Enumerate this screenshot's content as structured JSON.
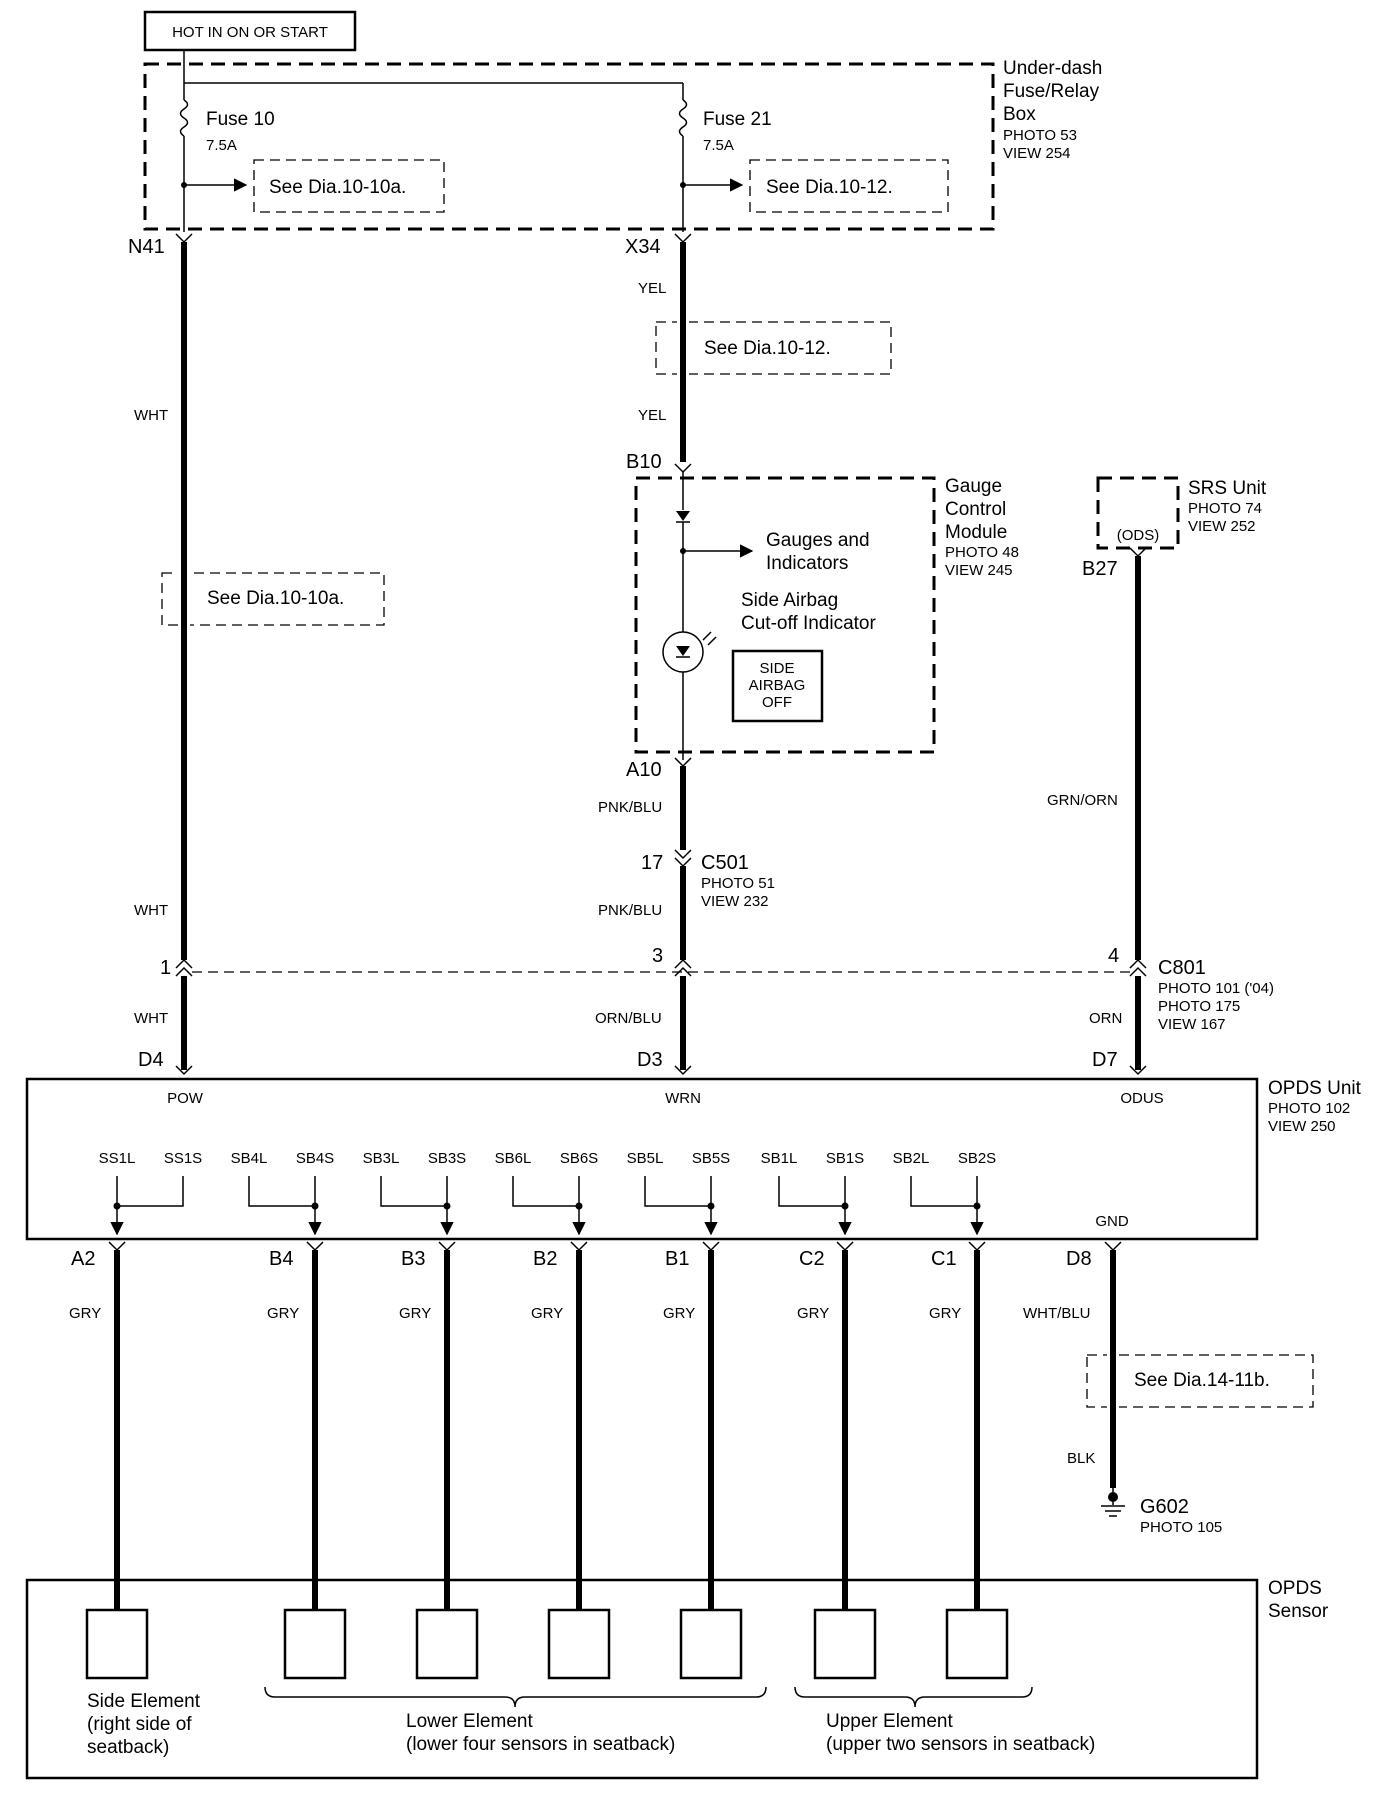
{
  "hot_label": "HOT IN ON OR START",
  "fuse_box": {
    "title": [
      "Under-dash",
      "Fuse/Relay",
      "Box"
    ],
    "refs": [
      "PHOTO 53",
      "VIEW 254"
    ],
    "fuse_a": {
      "name": "Fuse 10",
      "rating": "7.5A",
      "see": "See Dia.10-10a."
    },
    "fuse_b": {
      "name": "Fuse 21",
      "rating": "7.5A",
      "see": "See Dia.10-12."
    }
  },
  "gauge_module": {
    "title": [
      "Gauge",
      "Control",
      "Module"
    ],
    "refs": [
      "PHOTO 48",
      "VIEW 245"
    ],
    "gauges": [
      "Gauges and",
      "Indicators"
    ],
    "indicator": [
      "Side Airbag",
      "Cut-off Indicator"
    ],
    "lamp": [
      "SIDE",
      "AIRBAG",
      "OFF"
    ]
  },
  "srs_unit": {
    "title": "SRS Unit",
    "refs": [
      "PHOTO 74",
      "VIEW 252"
    ],
    "pin": "(ODS)"
  },
  "pins": {
    "n41": "N41",
    "x34": "X34",
    "b10": "B10",
    "a10": "A10",
    "b27": "B27",
    "d4": "D4",
    "d3": "D3",
    "d7": "D7",
    "d8": "D8",
    "a2": "A2",
    "b4": "B4",
    "b3": "B3",
    "b2": "B2",
    "b1": "B1",
    "c2": "C2",
    "c1": "C1"
  },
  "wire_colors": {
    "wht": "WHT",
    "yel": "YEL",
    "pnk_blu": "PNK/BLU",
    "orn_blu": "ORN/BLU",
    "grn_orn": "GRN/ORN",
    "orn": "ORN",
    "gry": "GRY",
    "wht_blu": "WHT/BLU",
    "blk": "BLK"
  },
  "see_refs": {
    "left": "See Dia.10-10a.",
    "mid": "See Dia.10-12.",
    "gnd": "See Dia.14-11b."
  },
  "c501": {
    "pin": "17",
    "name": "C501",
    "refs": [
      "PHOTO 51",
      "VIEW 232"
    ]
  },
  "c801": {
    "pins": [
      "1",
      "3",
      "4"
    ],
    "name": "C801",
    "refs": [
      "PHOTO 101 ('04)",
      "PHOTO 175",
      "VIEW 167"
    ]
  },
  "opds_unit": {
    "title": "OPDS Unit",
    "refs": [
      "PHOTO 102",
      "VIEW 250"
    ],
    "terminals": [
      "POW",
      "WRN",
      "ODUS",
      "GND"
    ],
    "pairs": [
      [
        "SS1L",
        "SS1S"
      ],
      [
        "SB4L",
        "SB4S"
      ],
      [
        "SB3L",
        "SB3S"
      ],
      [
        "SB6L",
        "SB6S"
      ],
      [
        "SB5L",
        "SB5S"
      ],
      [
        "SB1L",
        "SB1S"
      ],
      [
        "SB2L",
        "SB2S"
      ]
    ]
  },
  "ground": {
    "name": "G602",
    "ref": "PHOTO 105"
  },
  "opds_sensor": {
    "title": [
      "OPDS",
      "Sensor"
    ],
    "side": [
      "Side Element",
      "(right side of",
      "seatback)"
    ],
    "lower": [
      "Lower Element",
      "(lower four sensors in seatback)"
    ],
    "upper": [
      "Upper Element",
      "(upper two sensors in seatback)"
    ]
  },
  "icons": [
    "fuse-icon",
    "diode-icon",
    "indicator-lamp-icon",
    "ground-icon",
    "connector-icon",
    "arrow-icon"
  ]
}
